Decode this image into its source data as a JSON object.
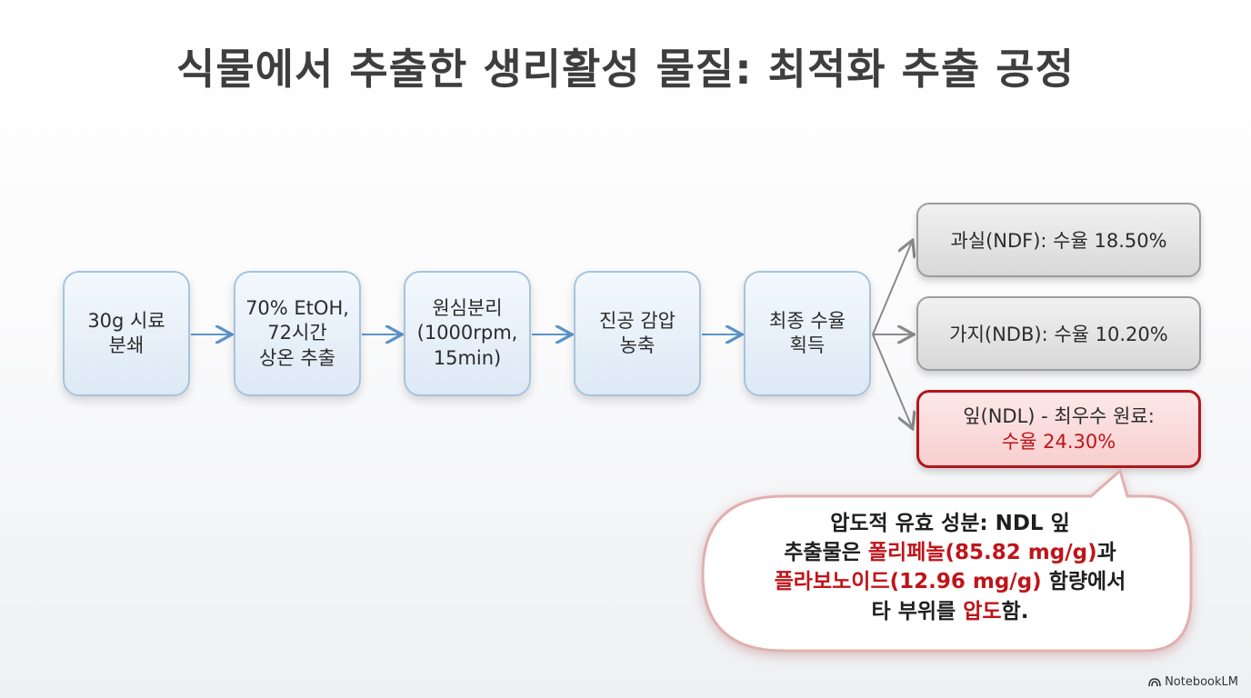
{
  "title": "식물에서 추출한 생리활성 물질: 최적화 추출 공정",
  "steps": [
    {
      "label": "30g 시료\n분쇄"
    },
    {
      "label": "70% EtOH,\n72시간\n상온 추출"
    },
    {
      "label": "원심분리\n(1000rpm,\n15min)"
    },
    {
      "label": "진공 감압\n농축"
    },
    {
      "label": "최종 수율\n획득"
    }
  ],
  "results": [
    {
      "label": "과실(NDF): 수율 18.50%"
    },
    {
      "label": "가지(NDB): 수율 10.20%"
    },
    {
      "label": "잎(NDL) - 최우수 원료:",
      "yield": "수율 24.30%"
    }
  ],
  "callout": {
    "line1": "압도적 유효 성분: NDL 잎",
    "line2_pre": "추출물은 ",
    "line2_hl": "폴리페놀(85.82 mg/g)",
    "line2_post": "과",
    "line3_hl": "플라보노이드(12.96 mg/g)",
    "line3_post": " 함량에서",
    "line4_pre": "타 부위를 ",
    "line4_hl": "압도",
    "line4_post": "함."
  },
  "brand": "NotebookLM",
  "colors": {
    "accent_red": "#c0141a",
    "step_border": "#a7c3dd",
    "arrow": "#5b93c7"
  }
}
